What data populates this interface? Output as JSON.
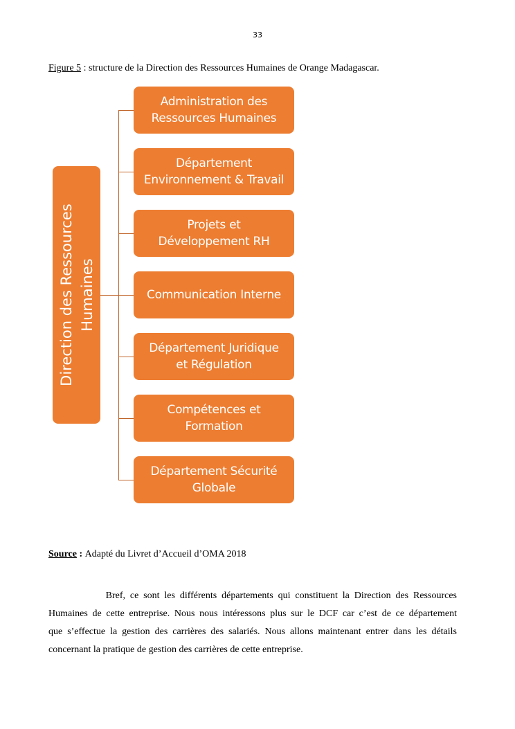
{
  "page_number": "33",
  "caption": {
    "label": "Figure 5",
    "text": " : structure de la Direction des Ressources Humaines de Orange Madagascar."
  },
  "diagram": {
    "root": "Direction des Ressources\nHumaines",
    "children": [
      "Administration des\nRessources Humaines",
      "Département\nEnvironnement & Travail",
      "Projets et\nDéveloppement RH",
      "Communication Interne",
      "Département Juridique\net Régulation",
      "Compétences et\nFormation",
      "Département Sécurité\nGlobale"
    ],
    "colors": {
      "box": "#ED7D31",
      "connector": "#C0652A"
    }
  },
  "source": {
    "label": "Source",
    "sep": " : ",
    "text": "Adapté du Livret d’Accueil d’OMA 2018"
  },
  "paragraph": [
    "            Bref, ce sont les différents départements qui constituent la Direction des Ressources",
    "Humaines de cette entreprise. Nous nous intéressons plus sur le DCF car c’est de ce département",
    "que s’effectue la gestion des carrières des salariés. Nous allons maintenant entrer dans les détails",
    "concernant la pratique de  gestion des carrières de cette entreprise."
  ]
}
